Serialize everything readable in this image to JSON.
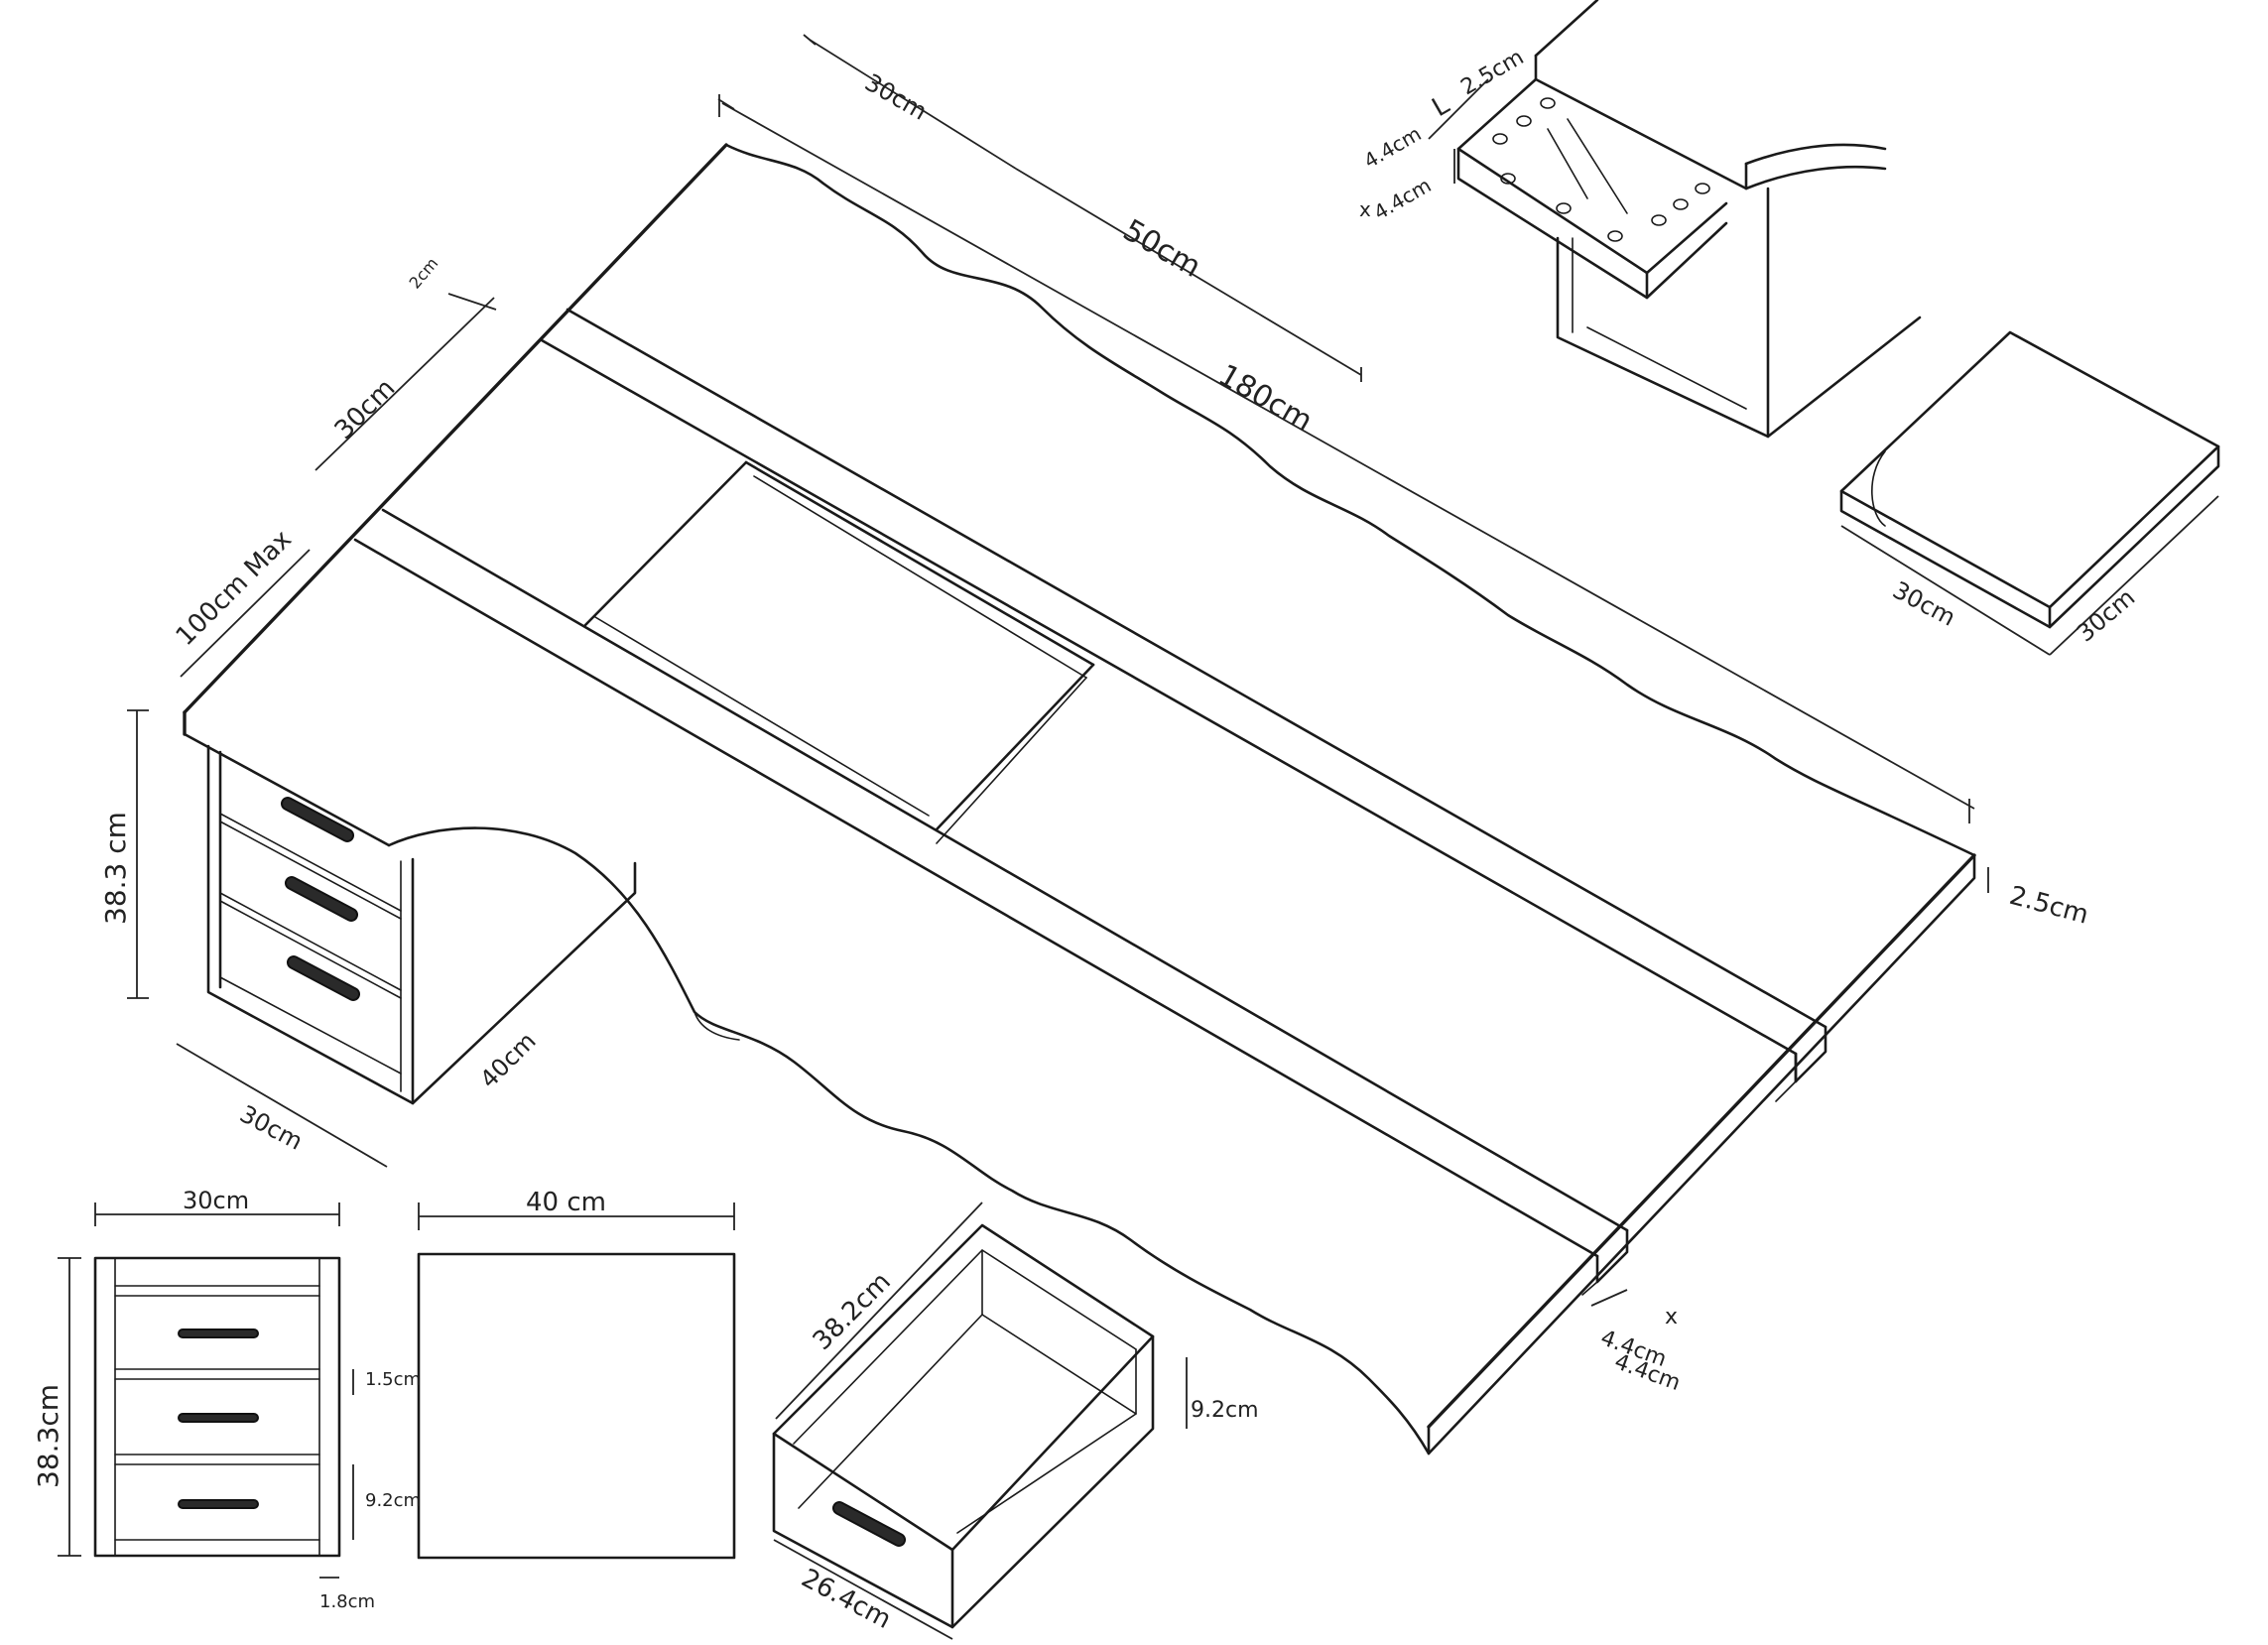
{
  "drawing": {
    "colors": {
      "ink": "#1a1a1a",
      "paper": "#ffffff"
    },
    "dimensions": {
      "top_left_30": "30cm",
      "top_50": "50cm",
      "top_180": "180cm",
      "thin_2": "2cm",
      "side_30": "30cm",
      "side_100": "100cm Max",
      "height_38": "38.3 cm",
      "base_30": "30cm",
      "base_40": "40cm",
      "thick_25": "2.5cm",
      "post_44": "4.4cm",
      "post_44_x": "x",
      "post_44_b": "4.4cm",
      "bracket_l": "L",
      "bracket_25": "2.5cm",
      "bracket_44a": "4.4cm",
      "bracket_44_x": "x",
      "bracket_44b": "4.4cm",
      "stool_30a": "30cm",
      "stool_30b": "30cm",
      "front_30": "30cm",
      "front_383": "38.3cm",
      "front_15": "1.5cm",
      "front_92": "9.2cm",
      "front_18": "1.8cm",
      "side_40": "40 cm",
      "drawer_382": "38.2cm",
      "drawer_92": "9.2cm",
      "drawer_264": "26.4cm"
    }
  }
}
